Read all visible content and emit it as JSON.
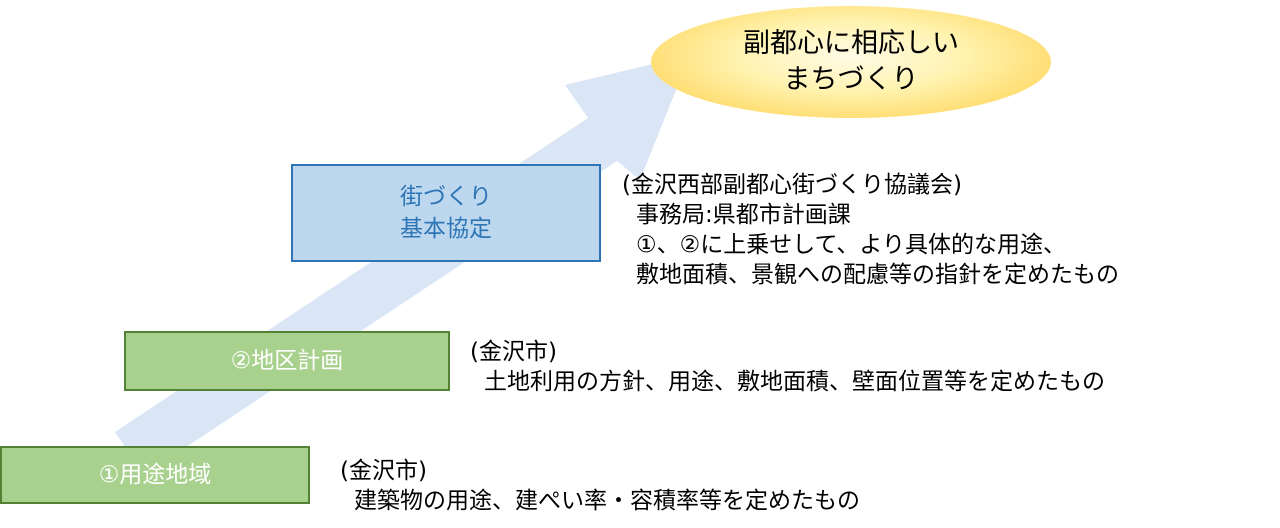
{
  "colors": {
    "arrow": "#dae6f5",
    "green_fill": "#a9d18e",
    "green_border": "#548235",
    "blue_fill": "#bdd7ee",
    "blue_border": "#2e75b6",
    "goal_fill": "#ffe699"
  },
  "goal": {
    "line1": "副都心に相応しい",
    "line2": "まちづくり"
  },
  "steps": [
    {
      "label": "①用途地域",
      "org": "(金沢市)",
      "desc": "建築物の用途、建ぺい率・容積率等を定めたもの"
    },
    {
      "label": "②地区計画",
      "org": "(金沢市)",
      "desc": "土地利用の方針、用途、敷地面積、壁面位置等を定めたもの"
    },
    {
      "label_line1": "街づくり",
      "label_line2": "基本協定",
      "org": "(金沢西部副都心街づくり協議会)",
      "office": "事務局:県都市計画課",
      "desc_line1": "①、②に上乗せして、より具体的な用途、",
      "desc_line2": "敷地面積、景観への配慮等の指針を定めたもの"
    }
  ]
}
